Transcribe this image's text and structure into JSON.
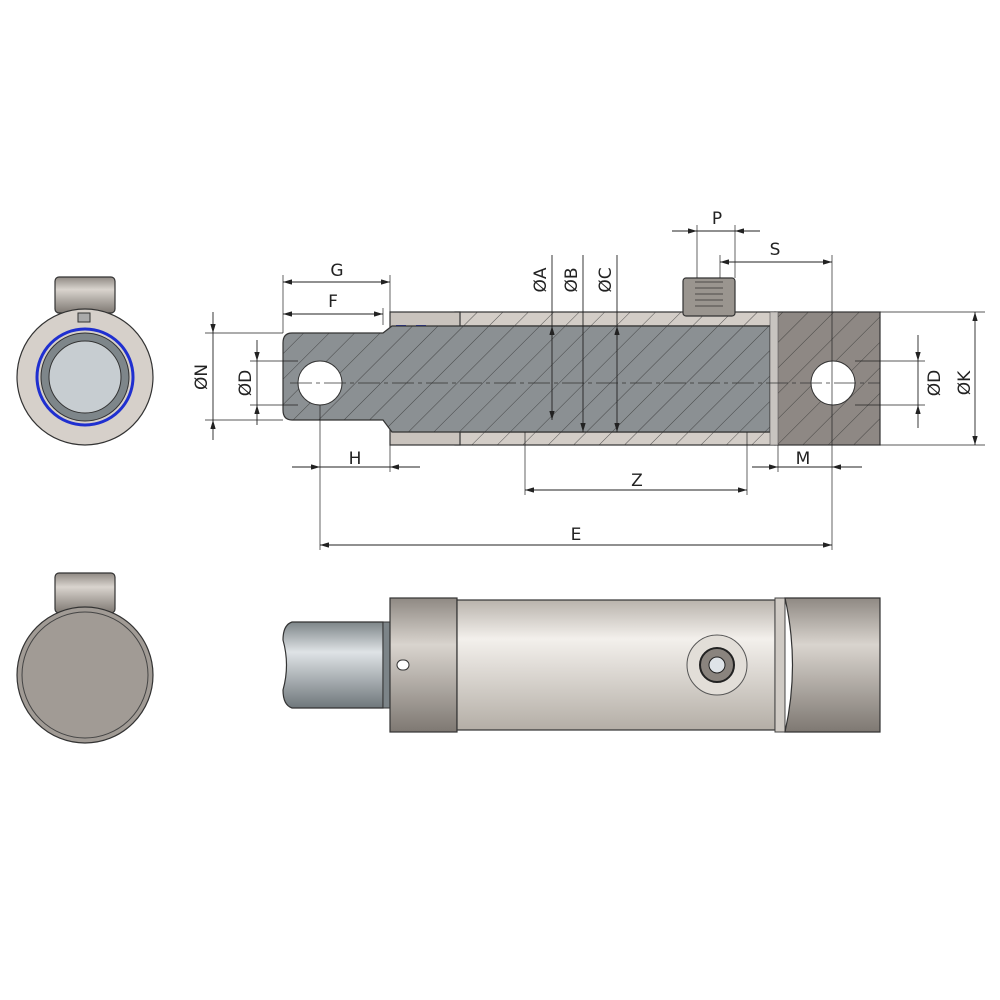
{
  "dimensions": {
    "G": "G",
    "F": "F",
    "H": "H",
    "N": "ØN",
    "D_left": "ØD",
    "A": "ØA",
    "B": "ØB",
    "C": "ØC",
    "P": "P",
    "S": "S",
    "Z": "Z",
    "M": "M",
    "E": "E",
    "D_right": "ØD",
    "K": "ØK"
  },
  "colors": {
    "steel": "#8e9294",
    "body": "#e6e2dc",
    "cap": "#a8a29c",
    "seal": "#1f2fd0",
    "section": "#8b9093"
  }
}
